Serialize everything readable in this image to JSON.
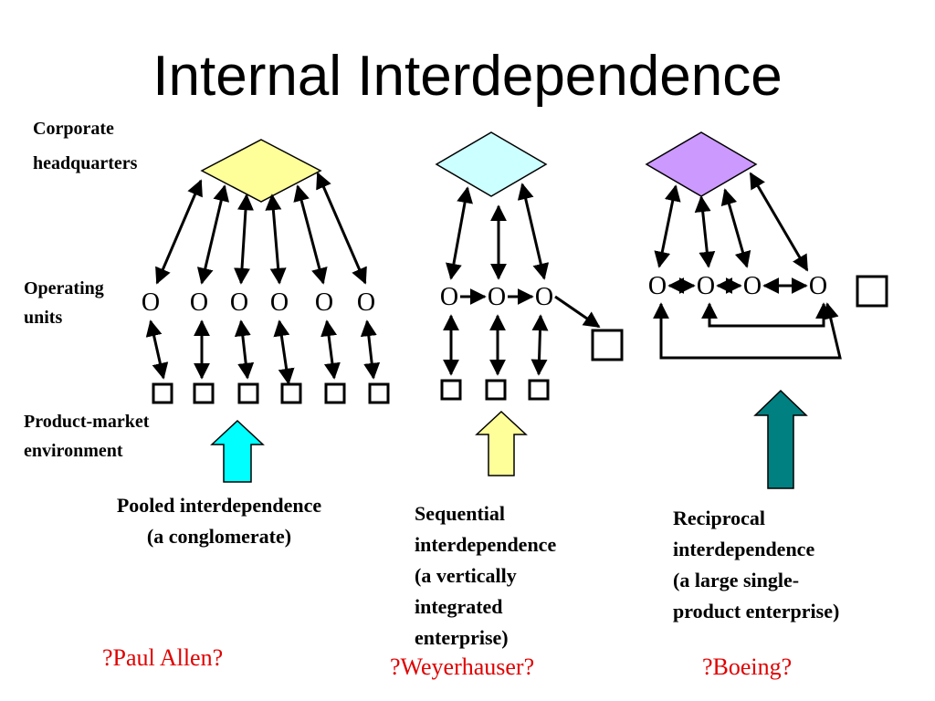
{
  "title": "Internal Interdependence",
  "labels": {
    "corporate": "Corporate",
    "headquarters": "headquarters",
    "operating": "Operating",
    "units": "units",
    "product_market": "Product-market",
    "environment": "environment"
  },
  "unit_symbol": "O",
  "captions": {
    "pooled_1": "Pooled interdependence",
    "pooled_2": "(a conglomerate)",
    "sequential_1": "Sequential",
    "sequential_2": "interdependence",
    "sequential_3": "(a vertically",
    "sequential_4": "integrated",
    "sequential_5": "enterprise)",
    "reciprocal_1": "Reciprocal",
    "reciprocal_2": "interdependence",
    "reciprocal_3": "(a large single-",
    "reciprocal_4": "product enterprise)"
  },
  "examples": {
    "pooled": "?Paul Allen?",
    "sequential": "?Weyerhauser?",
    "reciprocal": "?Boeing?"
  },
  "colors": {
    "pooled_hq": "#ffff99",
    "sequential_hq": "#ccffff",
    "reciprocal_hq": "#cc99ff",
    "pooled_arrow": "#00ffff",
    "sequential_arrow": "#ffff99",
    "reciprocal_arrow": "#008080",
    "examples_text": "#e00000"
  }
}
